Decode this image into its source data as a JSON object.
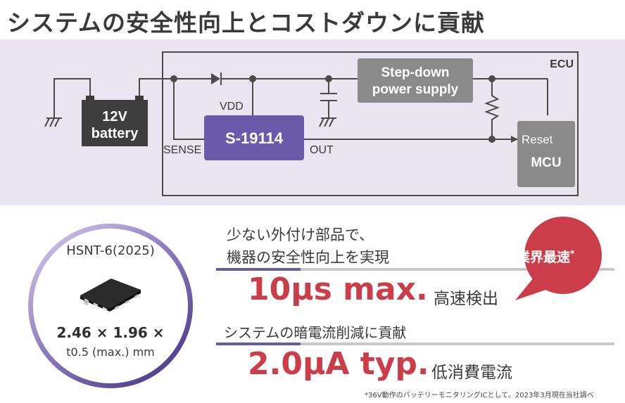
{
  "title": "システムの安全性向上とコストダウンに貢献",
  "diagram": {
    "ecu": "ECU",
    "battery_volt": "12V",
    "battery_label": "battery",
    "stepdown_line1": "Step-down",
    "stepdown_line2": "power supply",
    "ic": "S-19114",
    "vdd": "VDD",
    "sense": "SENSE",
    "out": "OUT",
    "reset": "Reset",
    "mcu": "MCU"
  },
  "package": {
    "name": "HSNT-6(2025)",
    "dims_main": "2.46 × 1.96 ×",
    "dims_sub": "t0.5 (max.) mm"
  },
  "feature1": {
    "line1": "少ない外付け部品で、",
    "line2": "機器の安全性向上を実現",
    "value": "10μs max.",
    "label": "高速検出"
  },
  "badge": "業界最速",
  "badge_mark": "*",
  "feature2": {
    "line1": "システムの暗電流削減に貢献",
    "value": "2.0μA typ.",
    "label": "低消費電流"
  },
  "footnote": "*36V動作のバッテリーモニタリングICとして。2023年3月現在当社調べ",
  "colors": {
    "purple": "#6a5aaa",
    "red": "#cc3d4a",
    "band": "#e9e6f1",
    "gray_box": "#8a8a8a"
  }
}
